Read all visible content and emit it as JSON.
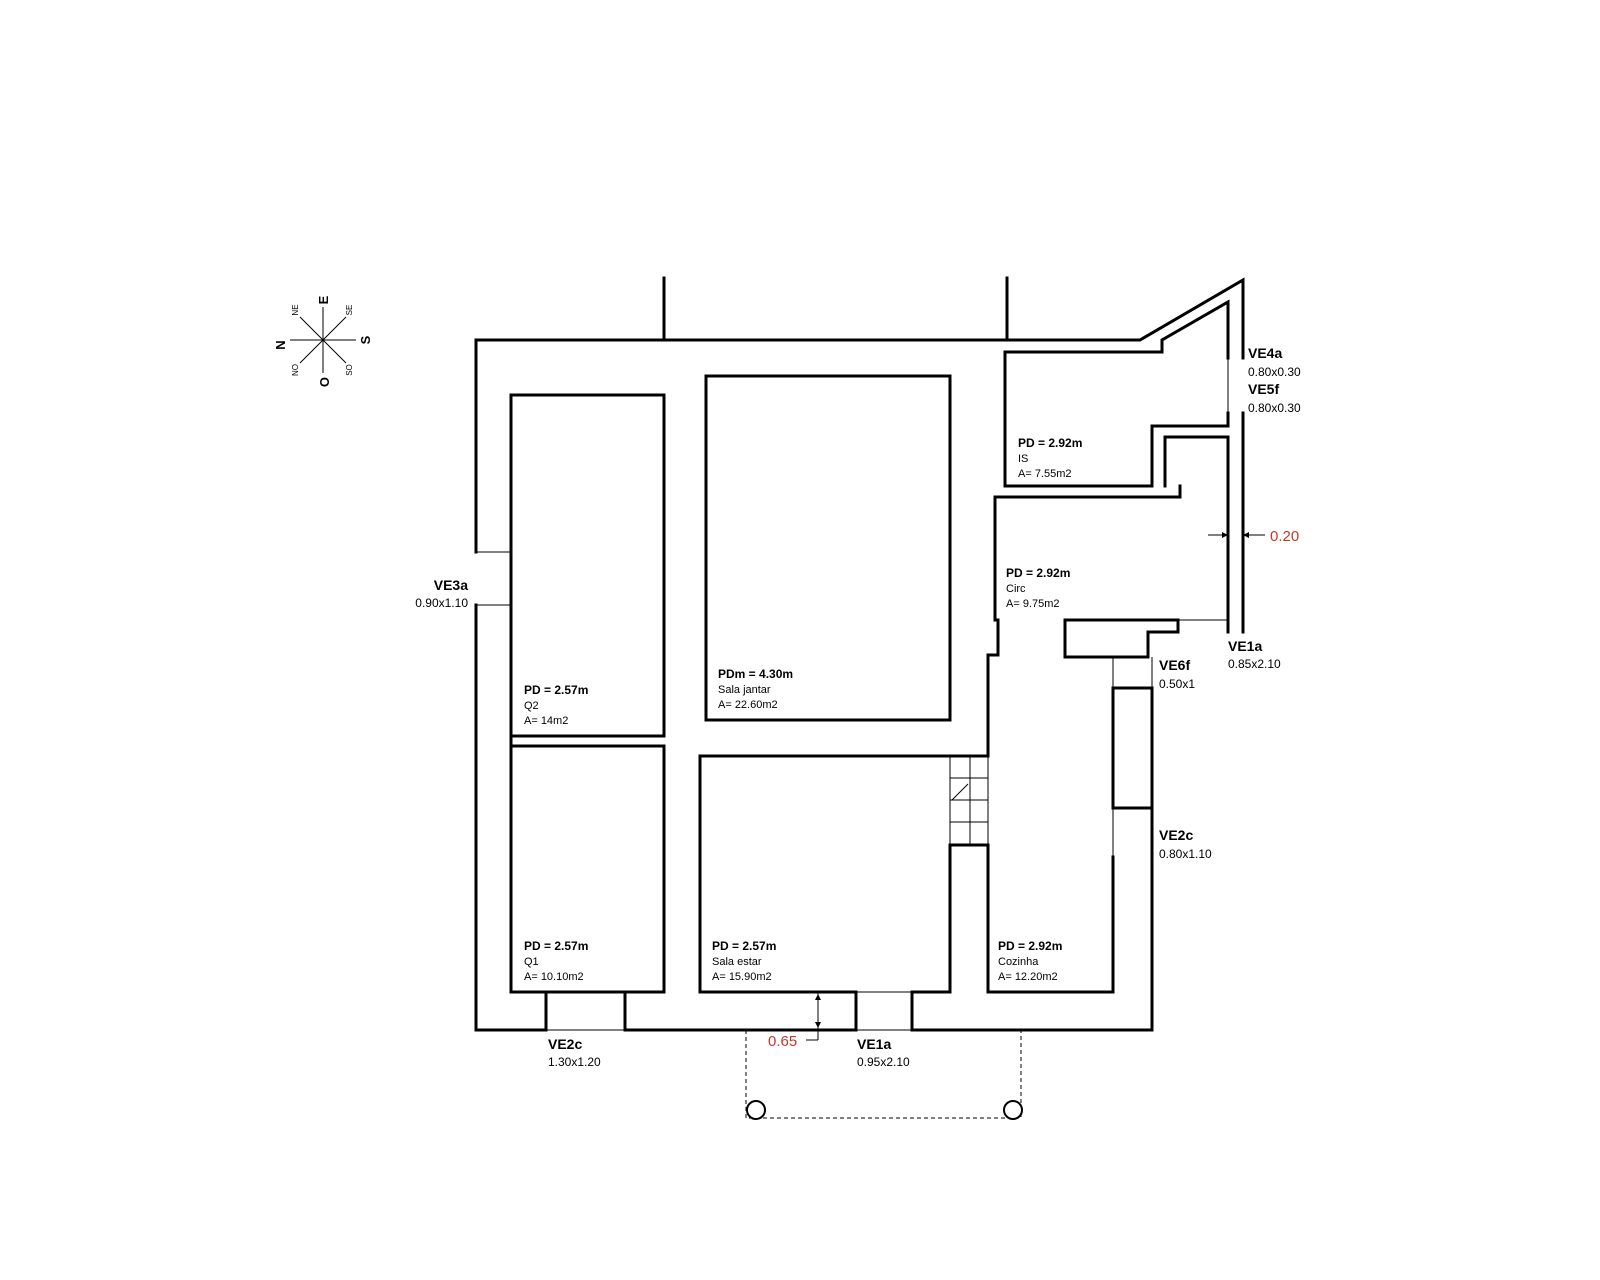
{
  "rooms": [
    {
      "pd": "PD = 2.57m",
      "name": "Q2",
      "area": "A= 14m2"
    },
    {
      "pd": "PDm = 4.30m",
      "name": "Sala jantar",
      "area": "A= 22.60m2"
    },
    {
      "pd": "PD = 2.92m",
      "name": "IS",
      "area": "A= 7.55m2"
    },
    {
      "pd": "PD = 2.92m",
      "name": "Circ",
      "area": "A= 9.75m2"
    },
    {
      "pd": "PD = 2.57m",
      "name": "Q1",
      "area": "A= 10.10m2"
    },
    {
      "pd": "PD = 2.57m",
      "name": "Sala estar",
      "area": "A= 15.90m2"
    },
    {
      "pd": "PD = 2.92m",
      "name": "Cozinha",
      "area": "A= 12.20m2"
    }
  ],
  "openings": [
    {
      "code": "VE4a",
      "dims": "0.80x0.30"
    },
    {
      "code": "VE5f",
      "dims": "0.80x0.30"
    },
    {
      "code": "VE3a",
      "dims": "0.90x1.10"
    },
    {
      "code": "VE1a",
      "dims": "0.85x2.10"
    },
    {
      "code": "VE6f",
      "dims": "0.50x1"
    },
    {
      "code": "VE2c",
      "dims": "0.80x1.10"
    },
    {
      "code": "VE2c",
      "dims": "1.30x1.20"
    },
    {
      "code": "VE1a",
      "dims": "0.95x2.10"
    }
  ],
  "dimensions": {
    "wall_right": "0.20",
    "step_front": "0.65"
  },
  "compass": {
    "n": "N",
    "e": "E",
    "s": "S",
    "o": "O",
    "ne": "NE",
    "se": "SE",
    "so": "SO",
    "no": "NO"
  }
}
